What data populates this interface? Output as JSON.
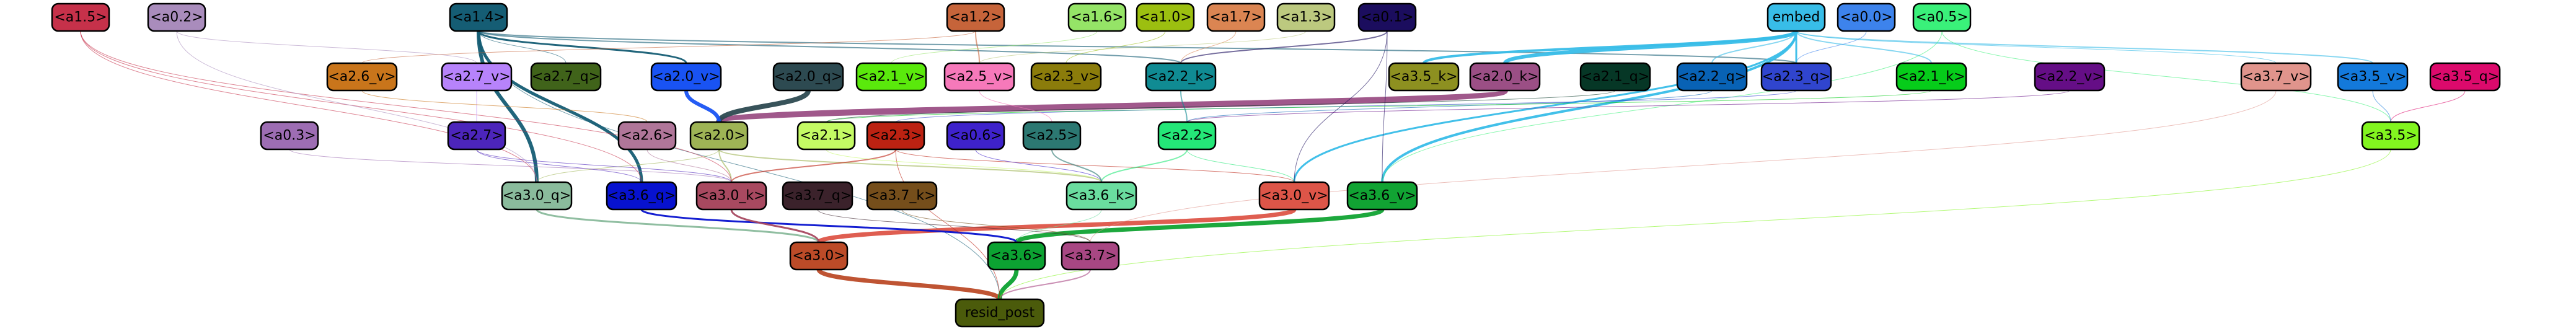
{
  "nodes": [
    {
      "id": "a1_5",
      "label": "<a1.5>",
      "fill": "#c6314a",
      "text": "#000"
    },
    {
      "id": "a0_2",
      "label": "<a0.2>",
      "fill": "#a98cbc",
      "text": "#000"
    },
    {
      "id": "a1_4",
      "label": "<a1.4>",
      "fill": "#155d74",
      "text": "#000"
    },
    {
      "id": "a1_2",
      "label": "<a1.2>",
      "fill": "#c6643a",
      "text": "#000"
    },
    {
      "id": "a1_6",
      "label": "<a1.6>",
      "fill": "#95e467",
      "text": "#000"
    },
    {
      "id": "a1_0",
      "label": "<a1.0>",
      "fill": "#9cbf10",
      "text": "#000"
    },
    {
      "id": "a1_7",
      "label": "<a1.7>",
      "fill": "#db8552",
      "text": "#000"
    },
    {
      "id": "a1_3",
      "label": "<a1.3>",
      "fill": "#bcc97f",
      "text": "#000"
    },
    {
      "id": "a0_1",
      "label": "<a0.1>",
      "fill": "#1b0d5e",
      "text": "#000"
    },
    {
      "id": "embed",
      "label": "embed",
      "fill": "#38bde8",
      "text": "#000"
    },
    {
      "id": "a0_0",
      "label": "<a0.0>",
      "fill": "#3d83ec",
      "text": "#000"
    },
    {
      "id": "a0_5",
      "label": "<a0.5>",
      "fill": "#3af17a",
      "text": "#000"
    },
    {
      "id": "a2_6_v",
      "label": "<a2.6_v>",
      "fill": "#c9751b",
      "text": "#000"
    },
    {
      "id": "a2_7_v",
      "label": "<a2.7_v>",
      "fill": "#b783fb",
      "text": "#000"
    },
    {
      "id": "a2_7_q",
      "label": "<a2.7_q>",
      "fill": "#40631a",
      "text": "#000"
    },
    {
      "id": "a2_0_v",
      "label": "<a2.0_v>",
      "fill": "#1953f3",
      "text": "#000"
    },
    {
      "id": "a2_0_q",
      "label": "<a2.0_q>",
      "fill": "#2d4a51",
      "text": "#000"
    },
    {
      "id": "a2_1_v",
      "label": "<a2.1_v>",
      "fill": "#5ae90c",
      "text": "#000"
    },
    {
      "id": "a2_5_v",
      "label": "<a2.5_v>",
      "fill": "#f679ba",
      "text": "#000"
    },
    {
      "id": "a2_3_v",
      "label": "<a2.3_v>",
      "fill": "#8b7c0b",
      "text": "#000"
    },
    {
      "id": "a2_2_k",
      "label": "<a2.2_k>",
      "fill": "#108b93",
      "text": "#000"
    },
    {
      "id": "a3_5_k",
      "label": "<a3.5_k>",
      "fill": "#8d9020",
      "text": "#000"
    },
    {
      "id": "a2_0_k",
      "label": "<a2.0_k>",
      "fill": "#9b4f85",
      "text": "#000"
    },
    {
      "id": "a2_1_q",
      "label": "<a2.1_q>",
      "fill": "#063726",
      "text": "#000"
    },
    {
      "id": "a2_2_q",
      "label": "<a2.2_q>",
      "fill": "#0862b5",
      "text": "#000"
    },
    {
      "id": "a2_3_q",
      "label": "<a2.3_q>",
      "fill": "#3045ce",
      "text": "#000"
    },
    {
      "id": "a2_1_k",
      "label": "<a2.1_k>",
      "fill": "#06cc1a",
      "text": "#000"
    },
    {
      "id": "a2_2_v",
      "label": "<a2.2_v>",
      "fill": "#650e86",
      "text": "#000"
    },
    {
      "id": "a3_7_v",
      "label": "<a3.7_v>",
      "fill": "#e0948c",
      "text": "#000"
    },
    {
      "id": "a3_5_v",
      "label": "<a3.5_v>",
      "fill": "#1379db",
      "text": "#000"
    },
    {
      "id": "a3_5_q",
      "label": "<a3.5_q>",
      "fill": "#dc0a6c",
      "text": "#000"
    },
    {
      "id": "a0_3",
      "label": "<a0.3>",
      "fill": "#9d6db3",
      "text": "#000"
    },
    {
      "id": "a2_7",
      "label": "<a2.7>",
      "fill": "#4c25bb",
      "text": "#000"
    },
    {
      "id": "a2_6",
      "label": "<a2.6>",
      "fill": "#b07699",
      "text": "#000"
    },
    {
      "id": "a2_0",
      "label": "<a2.0>",
      "fill": "#9eb455",
      "text": "#000"
    },
    {
      "id": "a2_1",
      "label": "<a2.1>",
      "fill": "#c4fa64",
      "text": "#000"
    },
    {
      "id": "a2_3",
      "label": "<a2.3>",
      "fill": "#bc2212",
      "text": "#000"
    },
    {
      "id": "a0_6",
      "label": "<a0.6>",
      "fill": "#3e22cb",
      "text": "#000"
    },
    {
      "id": "a2_5",
      "label": "<a2.5>",
      "fill": "#2c7872",
      "text": "#000"
    },
    {
      "id": "a2_2",
      "label": "<a2.2>",
      "fill": "#24e778",
      "text": "#000"
    },
    {
      "id": "a3_5",
      "label": "<a3.5>",
      "fill": "#82f51f",
      "text": "#000"
    },
    {
      "id": "a3_0_q",
      "label": "<a3.0_q>",
      "fill": "#8abb9c",
      "text": "#000"
    },
    {
      "id": "a3_6_q",
      "label": "<a3.6_q>",
      "fill": "#0712cf",
      "text": "#000"
    },
    {
      "id": "a3_0_k",
      "label": "<a3.0_k>",
      "fill": "#a84960",
      "text": "#000"
    },
    {
      "id": "a3_7_q",
      "label": "<a3.7_q>",
      "fill": "#3b222b",
      "text": "#000"
    },
    {
      "id": "a3_7_k",
      "label": "<a3.7_k>",
      "fill": "#754e1b",
      "text": "#000"
    },
    {
      "id": "a3_6_k",
      "label": "<a3.6_k>",
      "fill": "#6add9f",
      "text": "#000"
    },
    {
      "id": "a3_0_v",
      "label": "<a3.0_v>",
      "fill": "#dd5548",
      "text": "#000"
    },
    {
      "id": "a3_6_v",
      "label": "<a3.6_v>",
      "fill": "#11a333",
      "text": "#000"
    },
    {
      "id": "a3_0",
      "label": "<a3.0>",
      "fill": "#bc4b28",
      "text": "#000"
    },
    {
      "id": "a3_6",
      "label": "<a3.6>",
      "fill": "#0ca232",
      "text": "#000"
    },
    {
      "id": "a3_7",
      "label": "<a3.7>",
      "fill": "#a84783",
      "text": "#000"
    },
    {
      "id": "resid_post",
      "label": "resid_post",
      "fill": "#4b5b0b",
      "text": "#000"
    }
  ],
  "edges": [
    {
      "from": "a1_4",
      "to": "a3_0_q",
      "color": "#155d74",
      "width": 6
    },
    {
      "from": "a1_4",
      "to": "a3_6_q",
      "color": "#155d74",
      "width": 5
    },
    {
      "from": "a1_4",
      "to": "a2_0_v",
      "color": "#155d74",
      "width": 3
    },
    {
      "from": "a1_4",
      "to": "a2_2_k",
      "color": "#155d74",
      "width": 2
    },
    {
      "from": "a1_4",
      "to": "a2_3_q",
      "color": "#155d74",
      "width": 2
    },
    {
      "from": "a1_4",
      "to": "a2_7_q",
      "color": "#155d74",
      "width": 1
    },
    {
      "from": "a1_4",
      "to": "resid_post",
      "color": "#155d74",
      "width": 1
    },
    {
      "from": "embed",
      "to": "a2_0_k",
      "color": "#38bde8",
      "width": 6
    },
    {
      "from": "embed",
      "to": "a3_5_k",
      "color": "#38bde8",
      "width": 4
    },
    {
      "from": "embed",
      "to": "a3_6_v",
      "color": "#38bde8",
      "width": 4
    },
    {
      "from": "embed",
      "to": "a3_0_v",
      "color": "#38bde8",
      "width": 3
    },
    {
      "from": "embed",
      "to": "a2_3_q",
      "color": "#38bde8",
      "width": 3
    },
    {
      "from": "embed",
      "to": "a2_2_q",
      "color": "#38bde8",
      "width": 2
    },
    {
      "from": "embed",
      "to": "a2_1_k",
      "color": "#38bde8",
      "width": 2
    },
    {
      "from": "embed",
      "to": "a3_5_v",
      "color": "#38bde8",
      "width": 2
    },
    {
      "from": "embed",
      "to": "a3_7_v",
      "color": "#38bde8",
      "width": 1
    },
    {
      "from": "a2_0_k",
      "to": "a2_0",
      "color": "#9b4f85",
      "width": 10
    },
    {
      "from": "a2_0_q",
      "to": "a2_0",
      "color": "#2d4a51",
      "width": 8
    },
    {
      "from": "a2_0_v",
      "to": "a2_0",
      "color": "#1953f3",
      "width": 6
    },
    {
      "from": "a3_0_v",
      "to": "a3_0",
      "color": "#dd5548",
      "width": 7
    },
    {
      "from": "a3_6_v",
      "to": "a3_6",
      "color": "#11a333",
      "width": 7
    },
    {
      "from": "a3_0",
      "to": "resid_post",
      "color": "#bc4b28",
      "width": 7
    },
    {
      "from": "a3_6",
      "to": "resid_post",
      "color": "#0ca232",
      "width": 7
    },
    {
      "from": "a3_6_q",
      "to": "a3_6",
      "color": "#0712cf",
      "width": 3
    },
    {
      "from": "a3_0_q",
      "to": "a3_0",
      "color": "#8abb9c",
      "width": 3
    },
    {
      "from": "a3_0_k",
      "to": "a3_0",
      "color": "#a84960",
      "width": 3
    },
    {
      "from": "a3_7",
      "to": "resid_post",
      "color": "#a84783",
      "width": 2
    },
    {
      "from": "a3_5",
      "to": "resid_post",
      "color": "#82f51f",
      "width": 1
    },
    {
      "from": "a2_0",
      "to": "a3_0_k",
      "color": "#9eb455",
      "width": 2
    },
    {
      "from": "a2_0",
      "to": "a3_6_k",
      "color": "#9eb455",
      "width": 2
    },
    {
      "from": "a2_0",
      "to": "a3_0_q",
      "color": "#9eb455",
      "width": 1
    },
    {
      "from": "a2_3",
      "to": "a3_0_k",
      "color": "#bc2212",
      "width": 2
    },
    {
      "from": "a2_3",
      "to": "a3_0_v",
      "color": "#bc2212",
      "width": 1
    },
    {
      "from": "a2_3",
      "to": "resid_post",
      "color": "#bc2212",
      "width": 1
    },
    {
      "from": "a2_2",
      "to": "a3_6_k",
      "color": "#24e778",
      "width": 2
    },
    {
      "from": "a2_2",
      "to": "a3_0_v",
      "color": "#24e778",
      "width": 1
    },
    {
      "from": "a2_5",
      "to": "a3_6_k",
      "color": "#2c7872",
      "width": 2
    },
    {
      "from": "a2_1",
      "to": "a3_6_k",
      "color": "#c4fa64",
      "width": 1
    },
    {
      "from": "a2_7",
      "to": "a3_0_k",
      "color": "#4c25bb",
      "width": 1
    },
    {
      "from": "a2_7",
      "to": "a3_6_q",
      "color": "#4c25bb",
      "width": 1
    },
    {
      "from": "a2_6",
      "to": "a3_0_k",
      "color": "#b07699",
      "width": 1
    },
    {
      "from": "a0_6",
      "to": "a3_6_k",
      "color": "#3e22cb",
      "width": 1
    },
    {
      "from": "a0_3",
      "to": "a3_0_k",
      "color": "#9d6db3",
      "width": 1
    },
    {
      "from": "a1_5",
      "to": "a3_0_q",
      "color": "#c6314a",
      "width": 1
    },
    {
      "from": "a1_5",
      "to": "a3_6_q",
      "color": "#c6314a",
      "width": 1
    },
    {
      "from": "a1_5",
      "to": "a3_0_k",
      "color": "#c6314a",
      "width": 1
    },
    {
      "from": "a0_2",
      "to": "a3_0_q",
      "color": "#a98cbc",
      "width": 1
    },
    {
      "from": "a0_2",
      "to": "a2_7_v",
      "color": "#a98cbc",
      "width": 1
    },
    {
      "from": "a1_2",
      "to": "a2_5_v",
      "color": "#c6643a",
      "width": 2
    },
    {
      "from": "a1_2",
      "to": "a2_6_v",
      "color": "#c6643a",
      "width": 1
    },
    {
      "from": "a0_1",
      "to": "a2_2_k",
      "color": "#1b0d5e",
      "width": 2
    },
    {
      "from": "a0_1",
      "to": "a3_6_v",
      "color": "#1b0d5e",
      "width": 1
    },
    {
      "from": "a0_1",
      "to": "a3_0_v",
      "color": "#1b0d5e",
      "width": 1
    },
    {
      "from": "a1_6",
      "to": "a2_1_v",
      "color": "#95e467",
      "width": 1
    },
    {
      "from": "a1_0",
      "to": "a2_3_v",
      "color": "#9cbf10",
      "width": 1
    },
    {
      "from": "a1_7",
      "to": "a2_2_k",
      "color": "#db8552",
      "width": 1
    },
    {
      "from": "a1_3",
      "to": "a2_5_v",
      "color": "#bcc97f",
      "width": 1
    },
    {
      "from": "a0_0",
      "to": "a2_3_q",
      "color": "#3d83ec",
      "width": 1
    },
    {
      "from": "a0_5",
      "to": "a3_5",
      "color": "#3af17a",
      "width": 1
    },
    {
      "from": "a0_5",
      "to": "a3_6_v",
      "color": "#3af17a",
      "width": 1
    },
    {
      "from": "a2_2_k",
      "to": "a2_2",
      "color": "#108b93",
      "width": 2
    },
    {
      "from": "a2_2_q",
      "to": "a2_2",
      "color": "#0862b5",
      "width": 1
    },
    {
      "from": "a2_1_q",
      "to": "a2_1",
      "color": "#063726",
      "width": 1
    },
    {
      "from": "a2_3_q",
      "to": "a2_3",
      "color": "#3045ce",
      "width": 1
    },
    {
      "from": "a2_7_v",
      "to": "a2_7",
      "color": "#b783fb",
      "width": 1
    },
    {
      "from": "a2_6_v",
      "to": "a2_6",
      "color": "#c9751b",
      "width": 1
    },
    {
      "from": "a2_5_v",
      "to": "a2_5",
      "color": "#f679ba",
      "width": 1
    },
    {
      "from": "a2_1_k",
      "to": "a2_1",
      "color": "#06cc1a",
      "width": 1
    },
    {
      "from": "a2_2_v",
      "to": "a2_2",
      "color": "#650e86",
      "width": 1
    },
    {
      "from": "a3_5_q",
      "to": "a3_5",
      "color": "#dc0a6c",
      "width": 1
    },
    {
      "from": "a3_5_v",
      "to": "a3_5",
      "color": "#1379db",
      "width": 1
    },
    {
      "from": "a3_7_q",
      "to": "a3_7",
      "color": "#3b222b",
      "width": 1
    },
    {
      "from": "a3_7_k",
      "to": "a3_7",
      "color": "#754e1b",
      "width": 1
    },
    {
      "from": "a3_7_v",
      "to": "a3_7",
      "color": "#e0948c",
      "width": 1
    },
    {
      "from": "a3_6_k",
      "to": "a3_6",
      "color": "#6add9f",
      "width": 1
    }
  ]
}
